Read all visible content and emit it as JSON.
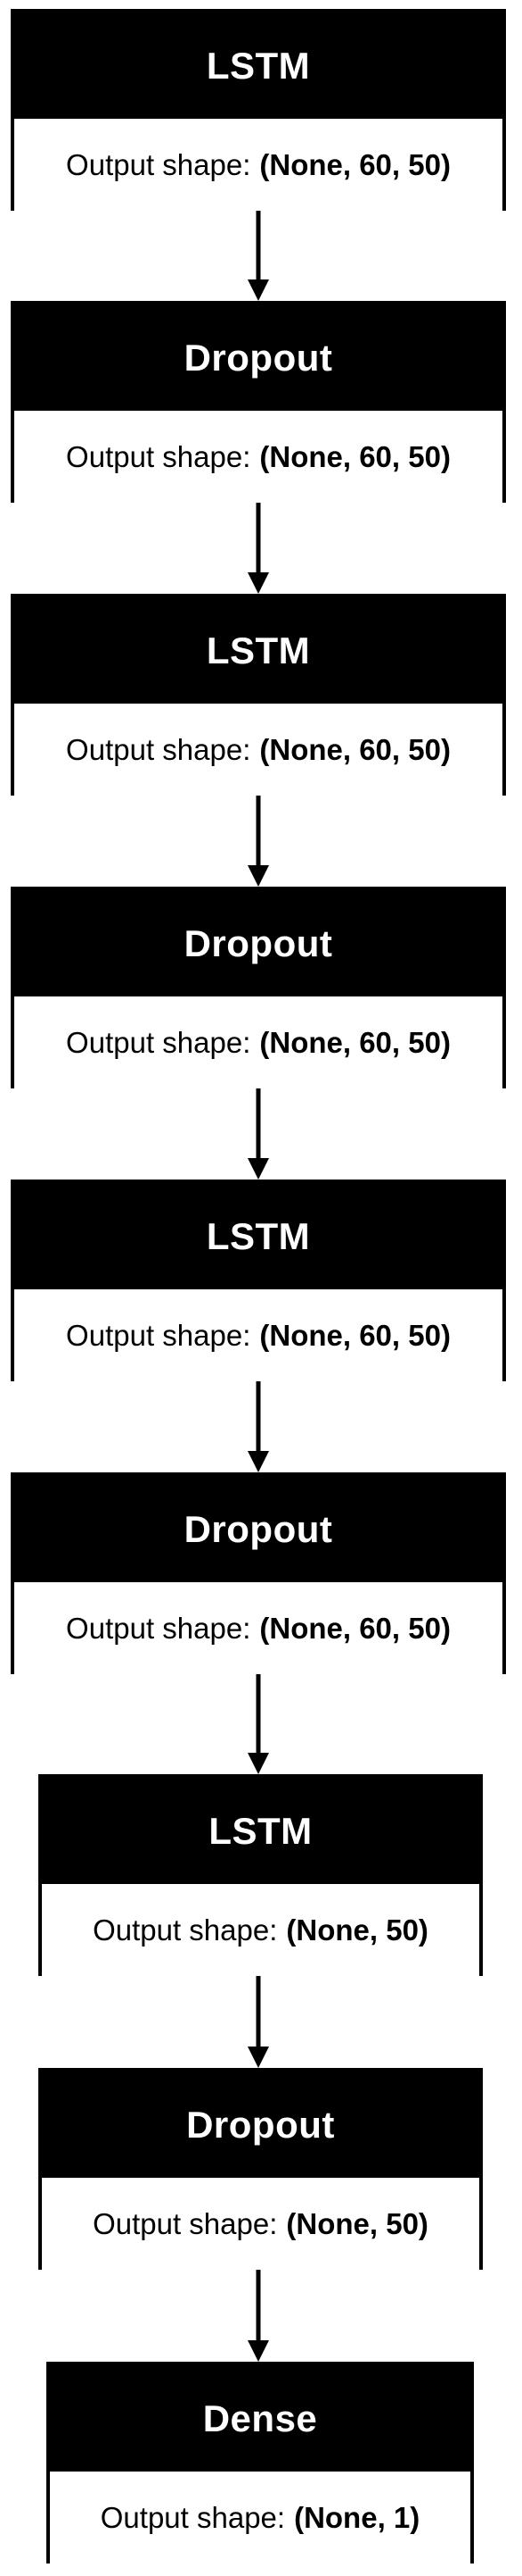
{
  "diagram": {
    "layers": [
      {
        "name": "LSTM",
        "output_label": "Output shape:",
        "output_shape": "(None, 60, 50)"
      },
      {
        "name": "Dropout",
        "output_label": "Output shape:",
        "output_shape": "(None, 60, 50)"
      },
      {
        "name": "LSTM",
        "output_label": "Output shape:",
        "output_shape": "(None, 60, 50)"
      },
      {
        "name": "Dropout",
        "output_label": "Output shape:",
        "output_shape": "(None, 60, 50)"
      },
      {
        "name": "LSTM",
        "output_label": "Output shape:",
        "output_shape": "(None, 60, 50)"
      },
      {
        "name": "Dropout",
        "output_label": "Output shape:",
        "output_shape": "(None, 60, 50)"
      },
      {
        "name": "LSTM",
        "output_label": "Output shape:",
        "output_shape": "(None, 50)"
      },
      {
        "name": "Dropout",
        "output_label": "Output shape:",
        "output_shape": "(None, 50)"
      },
      {
        "name": "Dense",
        "output_label": "Output shape:",
        "output_shape": "(None, 1)"
      }
    ],
    "colors": {
      "box": "#000000",
      "text_on_box": "#ffffff",
      "body": "#ffffff",
      "arrow": "#000000"
    }
  }
}
